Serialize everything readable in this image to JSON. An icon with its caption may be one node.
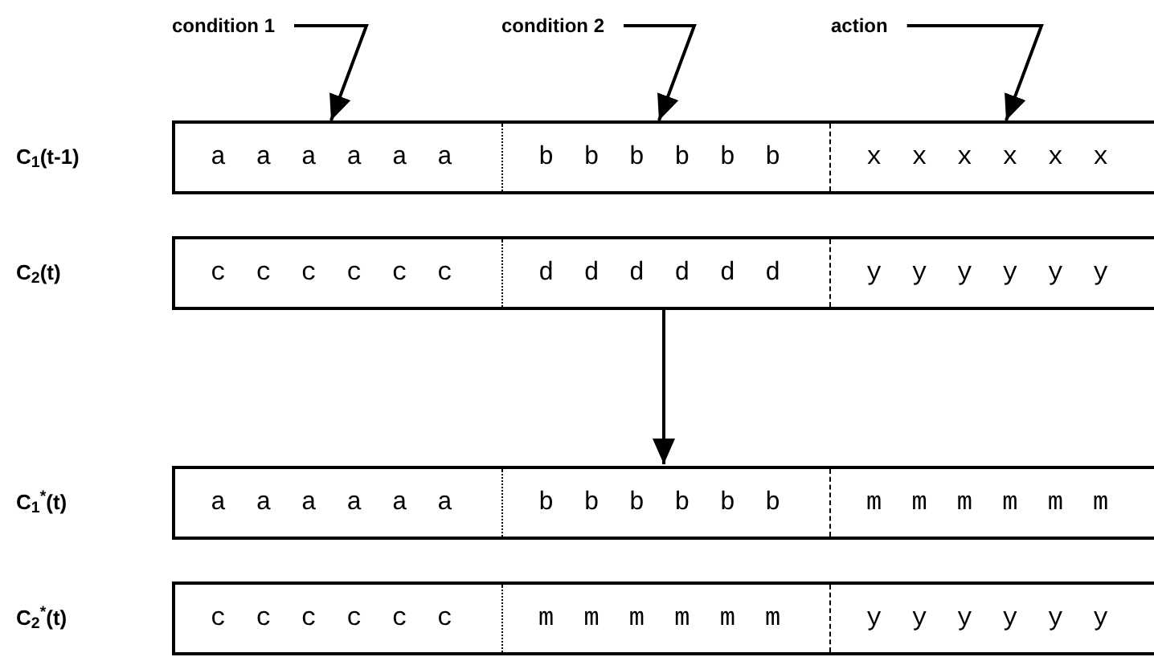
{
  "diagram": {
    "nodes": [
      {
        "text": [
          "condition 1"
        ]
      },
      {
        "text": [
          "condition 2"
        ]
      },
      {
        "text": [
          "action"
        ]
      },
      {
        "text": [],
        "shape": "box"
      },
      {
        "text": [
          "a a a a a a"
        ],
        "in": 3
      },
      {
        "text": [
          "b b b b b b"
        ],
        "in": 3
      },
      {
        "text": [
          "x x x x x x"
        ],
        "in": 3
      },
      {
        "text": [],
        "shape": "box"
      },
      {
        "text": [
          "c c c c c c"
        ],
        "in": 7
      },
      {
        "text": [
          "d d d d d d"
        ],
        "in": 7
      },
      {
        "text": [
          "y y y y y y"
        ],
        "in": 7
      },
      {
        "text": [],
        "shape": "box"
      },
      {
        "text": [
          "a a a a a a"
        ],
        "in": 11
      },
      {
        "text": [
          "b b b b b b"
        ],
        "in": 11
      },
      {
        "text": [
          "m m m m m m"
        ],
        "in": 11
      },
      {
        "text": [],
        "shape": "box"
      },
      {
        "text": [
          "c c c c c c"
        ],
        "in": 15
      },
      {
        "text": [
          "m m m m m m"
        ],
        "in": 15
      },
      {
        "text": [
          "y y y y y y"
        ],
        "in": 15
      }
    ],
    "edges": [
      {
        "from": 0,
        "to": 4,
        "arrow": "to"
      },
      {
        "from": 1,
        "to": 5,
        "arrow": "to"
      },
      {
        "from": 2,
        "to": 6,
        "arrow": "to"
      },
      {
        "from": 7,
        "to": 11,
        "arrow": "to"
      }
    ],
    "labels": [
      "C$_{1}$(t-1)",
      "C$_{2}$(t)",
      "C$_{1}$$^{*}$(t)",
      "C$_{2}$$^{*}$(t)"
    ]
  }
}
